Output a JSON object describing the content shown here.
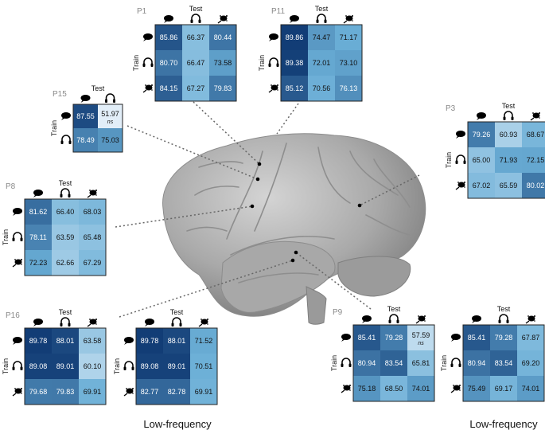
{
  "axis_labels": {
    "test": "Test",
    "train": "Train"
  },
  "conditions": [
    "speech-icon",
    "music-icon",
    "sound-icon"
  ],
  "footer": {
    "left": "Low-frequency",
    "right": "Low-frequency"
  },
  "ns_label": "ns",
  "matrices": [
    {
      "id": "p1",
      "participant": "P1",
      "values": [
        [
          "85.86",
          "66.37",
          "80.44"
        ],
        [
          "80.70",
          "66.47",
          "73.58"
        ],
        [
          "84.15",
          "67.27",
          "79.83"
        ]
      ]
    },
    {
      "id": "p11",
      "participant": "P11",
      "values": [
        [
          "89.86",
          "74.47",
          "71.17"
        ],
        [
          "89.38",
          "72.01",
          "73.10"
        ],
        [
          "85.12",
          "70.56",
          "76.13"
        ]
      ]
    },
    {
      "id": "p15",
      "participant": "P15",
      "values": [
        [
          "87.55",
          "51.97"
        ],
        [
          "78.49",
          "75.03"
        ]
      ],
      "ns": [
        [
          0,
          1
        ]
      ]
    },
    {
      "id": "p3",
      "participant": "P3",
      "values": [
        [
          "79.26",
          "60.93",
          "68.67"
        ],
        [
          "65.00",
          "71.93",
          "72.15"
        ],
        [
          "67.02",
          "65.59",
          "80.02"
        ]
      ]
    },
    {
      "id": "p8",
      "participant": "P8",
      "values": [
        [
          "81.62",
          "66.40",
          "68.03"
        ],
        [
          "78.11",
          "63.59",
          "65.48"
        ],
        [
          "72.23",
          "62.66",
          "67.29"
        ]
      ]
    },
    {
      "id": "p16a",
      "participant": "P16",
      "values": [
        [
          "89.78",
          "88.01",
          "63.58"
        ],
        [
          "89.08",
          "89.01",
          "60.10"
        ],
        [
          "79.68",
          "79.83",
          "69.91"
        ]
      ]
    },
    {
      "id": "p16b",
      "participant": "",
      "values": [
        [
          "89.78",
          "88.01",
          "71.52"
        ],
        [
          "89.08",
          "89.01",
          "70.51"
        ],
        [
          "82.77",
          "82.78",
          "69.91"
        ]
      ]
    },
    {
      "id": "p9a",
      "participant": "P9",
      "values": [
        [
          "85.41",
          "79.28",
          "57.59"
        ],
        [
          "80.94",
          "83.54",
          "65.81"
        ],
        [
          "75.18",
          "68.50",
          "74.01"
        ]
      ],
      "ns": [
        [
          0,
          2
        ]
      ]
    },
    {
      "id": "p9b",
      "participant": "",
      "values": [
        [
          "85.41",
          "79.28",
          "67.87"
        ],
        [
          "80.94",
          "83.54",
          "69.20"
        ],
        [
          "75.49",
          "69.17",
          "74.01"
        ]
      ]
    }
  ],
  "colors": {
    "low": "#eef5fc",
    "high": "#08306b",
    "gray": "#8a8a8a",
    "brain": "#b5b5b5"
  }
}
